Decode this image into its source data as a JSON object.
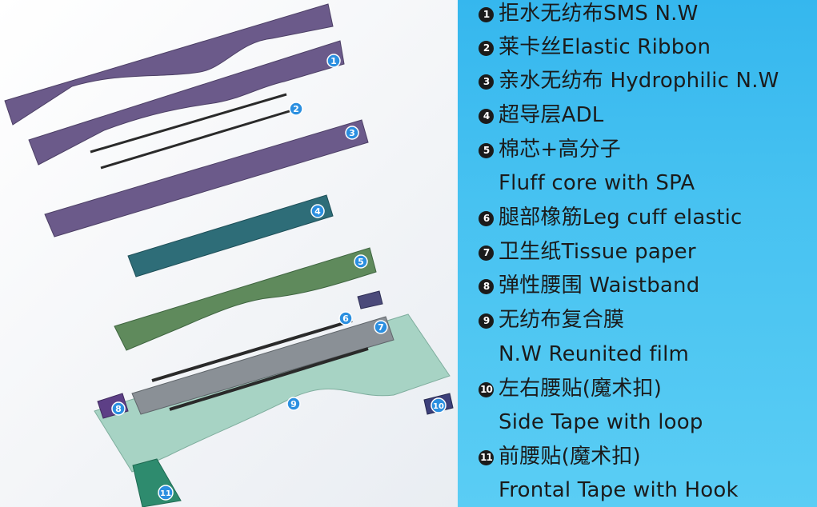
{
  "diagram": {
    "markers": [
      "1",
      "2",
      "3",
      "4",
      "5",
      "6",
      "7",
      "8",
      "9",
      "10",
      "11"
    ]
  },
  "legend": {
    "items": [
      {
        "number": "1",
        "lines": [
          "拒水无纺布SMS N.W"
        ]
      },
      {
        "number": "2",
        "lines": [
          "莱卡丝Elastic Ribbon"
        ]
      },
      {
        "number": "3",
        "lines": [
          "亲水无纺布 Hydrophilic N.W"
        ]
      },
      {
        "number": "4",
        "lines": [
          "超导层ADL"
        ]
      },
      {
        "number": "5",
        "lines": [
          "棉芯+高分子",
          "Fluff core with SPA"
        ]
      },
      {
        "number": "6",
        "lines": [
          "腿部橡筋Leg cuff elastic"
        ]
      },
      {
        "number": "7",
        "lines": [
          "卫生纸Tissue paper"
        ]
      },
      {
        "number": "8",
        "lines": [
          "弹性腰围 Waistband"
        ]
      },
      {
        "number": "9",
        "lines": [
          "无纺布复合膜",
          "N.W Reunited film"
        ]
      },
      {
        "number": "10",
        "lines": [
          "左右腰贴(魔术扣)",
          "Side Tape with loop"
        ]
      },
      {
        "number": "11",
        "lines": [
          "前腰贴(魔术扣)",
          "Frontal Tape with Hook"
        ]
      }
    ]
  },
  "colors": {
    "layer_purple": "#6b5a8a",
    "layer_teal": "#2e6d78",
    "layer_green": "#5f8a5c",
    "layer_grey": "#8a9096",
    "layer_mint": "#a7d3c4",
    "marker_blue": "#2b8fe0",
    "legend_bg": "#3fbef0"
  }
}
